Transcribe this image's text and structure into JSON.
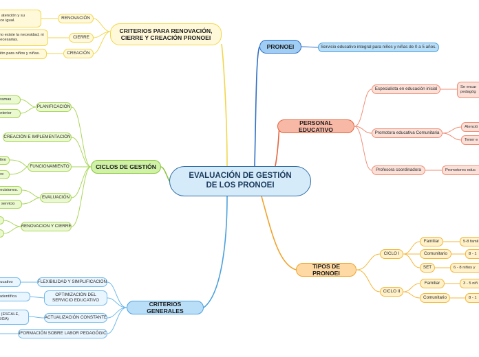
{
  "central": "EVALUACIÓN DE GESTIÓN DE LOS PRONOEI",
  "branches": {
    "criterios_renovacion": {
      "title": "CRITERIOS PARA RENOVACIÓN, CIERRE Y CREACIÓN PRONOEI",
      "items": [
        {
          "label": "RENOVACIÓN",
          "detail": "e atención y su\nece igual."
        },
        {
          "label": "CIERRE",
          "detail": "mo existe la necesidad, ni\nnecesarias."
        },
        {
          "label": "CREACIÓN",
          "detail": "ción para niños y niñas."
        }
      ]
    },
    "ciclos": {
      "title": "CICLOS DE GESTIÓN",
      "planificacion": {
        "label": "PLANIFICACIÓN",
        "details": [
          "gramas",
          "anterior"
        ]
      },
      "creacion": {
        "label": "CREACIÓN E IMPLEMENTACIÓN"
      },
      "funcionamiento": {
        "label": "FUNCIONAMIENTO",
        "details": [
          "ctivo",
          "bre"
        ]
      },
      "evaluacion": {
        "label": "EVALUACIÓN",
        "details": [
          "decisiones.",
          "n servicio"
        ]
      },
      "renovacion_cierre": {
        "label": "RENOVACION Y CIERRE",
        "details": [
          "",
          ""
        ]
      }
    },
    "criterios_generales": {
      "title": "CRITERIOS GENERALES",
      "items": [
        {
          "label": "FLEXIBILIDAD Y SIMPLIFICACIÓN",
          "detail": "ducativo"
        },
        {
          "label": "OPTIMIZACIÓN DEL SERVICIO EDUCATIVO",
          "detail": "radentífica"
        },
        {
          "label": "ACTUALIZACIÓN CONSTANTE",
          "detail": "s (ESCALE,\nSIGA)"
        },
        {
          "label": "INFORMACIÓN SOBRE LABOR PEDAGÓGICA",
          "detail": ""
        }
      ]
    },
    "pronoei": {
      "title": "PRONOEI",
      "detail": "Servicio educativo integral para niños y niñas de 0 a 5 años."
    },
    "personal": {
      "title": "PERSONAL EDUCATIVO",
      "items": [
        {
          "label": "Especialista en educación inicial",
          "details": [
            "Se encar\npedagóg"
          ]
        },
        {
          "label": "Promotora educativa Comunitaria",
          "details": [
            "Atenció",
            "Tener e"
          ]
        },
        {
          "label": "Profesora coordinadora",
          "details": [
            "Promotores educ"
          ]
        }
      ]
    },
    "tipos": {
      "title": "TIPOS DE PRONOEI",
      "ciclo1": {
        "label": "CICLO I",
        "rows": [
          {
            "label": "Familiar",
            "value": "5-8 famil"
          },
          {
            "label": "Comunitario",
            "value": "8 - 1"
          },
          {
            "label": "SET",
            "value": "6 - 8 niños y"
          }
        ]
      },
      "ciclo2": {
        "label": "CICLO II",
        "rows": [
          {
            "label": "Familiar",
            "value": "3 - 5 niñ"
          },
          {
            "label": "Comunitario",
            "value": "8 - 1"
          }
        ]
      }
    }
  },
  "colors": {
    "yellow": "#f2d64a",
    "green": "#8cc63f",
    "blue": "#2f6fc4",
    "lightblue": "#4aa0dc",
    "red": "#e2653f",
    "orange": "#f0a32c",
    "central": "#2e6da4"
  }
}
